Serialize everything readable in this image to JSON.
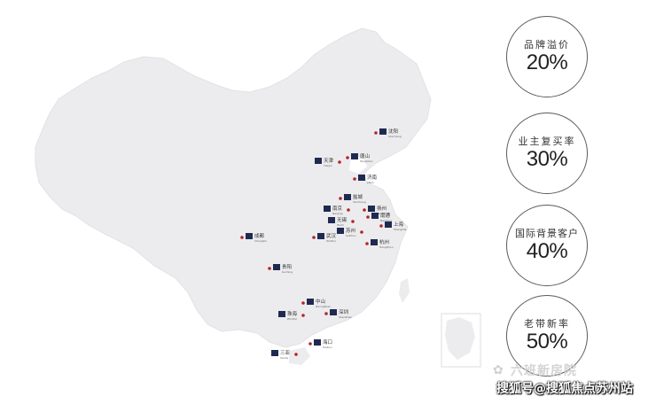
{
  "stats": [
    {
      "label": "品牌溢价",
      "value": "20%"
    },
    {
      "label": "业主复买率",
      "value": "30%"
    },
    {
      "label": "国际背景客户",
      "value": "40%"
    },
    {
      "label": "老带新率",
      "value": "50%"
    }
  ],
  "cities": [
    {
      "name": "沈阳",
      "sub": "ShenYang"
    },
    {
      "name": "唐山",
      "sub": "TangShan"
    },
    {
      "name": "天津",
      "sub": "TianJin"
    },
    {
      "name": "济南",
      "sub": "JiNan"
    },
    {
      "name": "盐城",
      "sub": "YanCheng"
    },
    {
      "name": "南京",
      "sub": "NanJing"
    },
    {
      "name": "扬州",
      "sub": "YangZhou"
    },
    {
      "name": "无锡",
      "sub": "WuXi"
    },
    {
      "name": "南通",
      "sub": "NanTong"
    },
    {
      "name": "上海",
      "sub": "ShangHai"
    },
    {
      "name": "苏州",
      "sub": "SuZhou"
    },
    {
      "name": "杭州",
      "sub": "HangZhou"
    },
    {
      "name": "武汉",
      "sub": "WuHan"
    },
    {
      "name": "成都",
      "sub": "ChengDu"
    },
    {
      "name": "贵阳",
      "sub": "GuiYang"
    },
    {
      "name": "中山",
      "sub": "ZhongShan"
    },
    {
      "name": "珠海",
      "sub": "ZhuHai"
    },
    {
      "name": "深圳",
      "sub": "ShenZhen"
    },
    {
      "name": "海口",
      "sub": "HaiKou"
    },
    {
      "name": "三亚",
      "sub": "SanYa"
    }
  ],
  "watermark": {
    "account": "六班新房院",
    "site": "搜狐号@搜狐焦点苏州站"
  },
  "colors": {
    "map_fill": "#ececee",
    "marker_dot": "#b0262c",
    "logo": "#1f2a52"
  }
}
